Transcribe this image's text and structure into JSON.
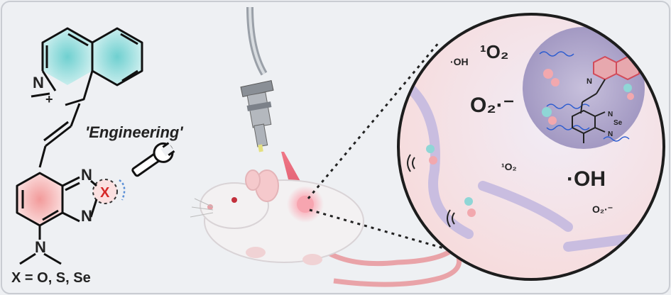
{
  "title": "'Engineering'",
  "molecule": {
    "n_plus_atom": "N",
    "charge": "+",
    "n_atom_top": "N",
    "n_atom_bottom": "N",
    "x_atom": "X",
    "amine_n": "N"
  },
  "x_options": "X = O, S, Se",
  "zoom_molecule": {
    "n_atom": "N",
    "se_atom": "Se",
    "n_ring_top": "N",
    "n_ring_bottom": "N"
  },
  "species": {
    "singlet_oxygen_large": "¹O₂",
    "hydroxyl_small": "·OH",
    "superoxide_large": "O₂·⁻",
    "singlet_oxygen_small": "¹O₂",
    "hydroxyl_large": "·OH",
    "superoxide_small": "O₂·⁻"
  },
  "colors": {
    "benzo_ring_fill": "#8fd6d6",
    "thiadiazole_fill": "#f4a7a7",
    "laser": "#e8344c",
    "nucleus": "#b9b0d0",
    "cell_bg": "#ece7f2",
    "x_highlight": "#d62828"
  }
}
